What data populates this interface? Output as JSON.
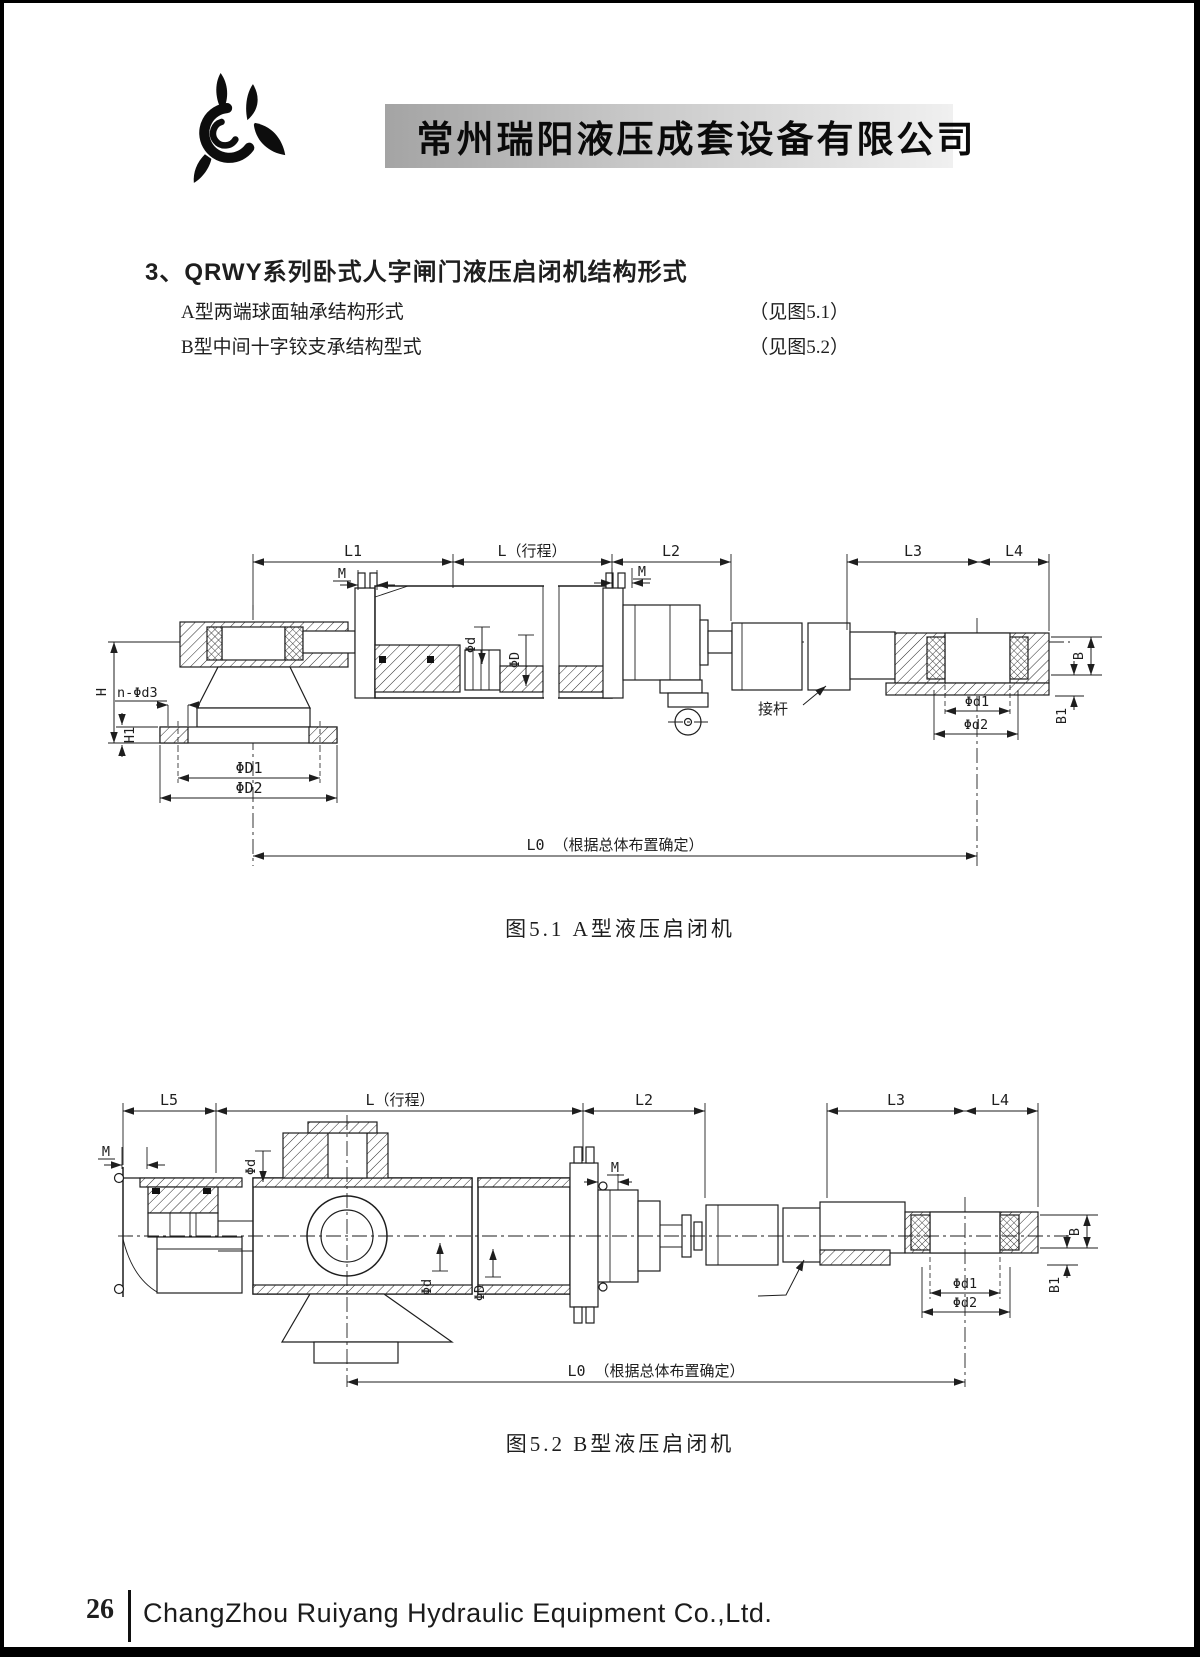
{
  "header": {
    "company_name": "常州瑞阳液压成套设备有限公司"
  },
  "section": {
    "heading": "3、QRWY系列卧式人字闸门液压启闭机结构形式",
    "items": [
      {
        "text": "A型两端球面轴承结构形式",
        "ref": "（见图5.1）"
      },
      {
        "text": "B型中间十字铰支承结构型式",
        "ref": "（见图5.2）"
      }
    ]
  },
  "figure1": {
    "caption": "图5.1  A型液压启闭机",
    "dims": {
      "l1": "L1",
      "l_stroke": "L（行程）",
      "l2": "L2",
      "l3": "L3",
      "l4": "L4",
      "m": "M",
      "phi_d": "Φd",
      "phi_D": "ΦD",
      "h": "H",
      "n_phi_d3": "n-Φd3",
      "h1": "H1",
      "phi_D1": "ΦD1",
      "phi_D2": "ΦD2",
      "phi_d1": "Φd1",
      "phi_d2": "Φd2",
      "b": "B",
      "b1": "B1",
      "l0": "L0 （根据总体布置确定）",
      "connector": "接杆"
    }
  },
  "figure2": {
    "caption": "图5.2  B型液压启闭机",
    "dims": {
      "l5": "L5",
      "l_stroke": "L（行程）",
      "l2": "L2",
      "l3": "L3",
      "l4": "L4",
      "m": "M",
      "phi_d": "Φd",
      "phi_D": "ΦD",
      "phi_d1": "Φd1",
      "phi_d2": "Φd2",
      "b": "B",
      "b1": "B1",
      "l0": "L0 （根据总体布置确定）"
    }
  },
  "footer": {
    "page_number": "26",
    "company_name_en": "ChangZhou Ruiyang Hydraulic Equipment Co.,Ltd."
  },
  "colors": {
    "banner_gradient_start": "#a4a4a4",
    "banner_gradient_end": "#f0f0f0",
    "ink": "#1e1e1e"
  }
}
